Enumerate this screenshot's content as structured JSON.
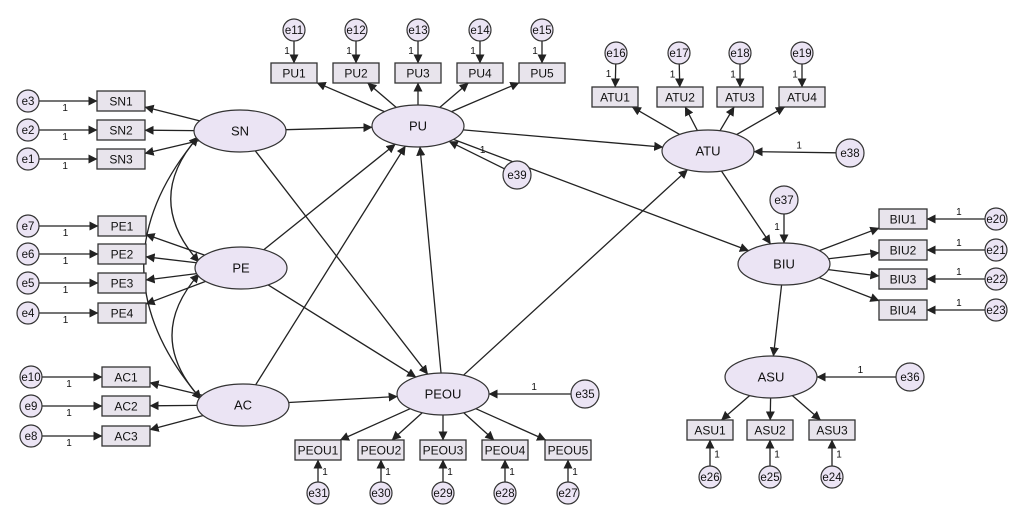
{
  "diagram": {
    "latents": [
      {
        "id": "SN",
        "label": "SN"
      },
      {
        "id": "PE",
        "label": "PE"
      },
      {
        "id": "AC",
        "label": "AC"
      },
      {
        "id": "PU",
        "label": "PU"
      },
      {
        "id": "PEOU",
        "label": "PEOU"
      },
      {
        "id": "ATU",
        "label": "ATU"
      },
      {
        "id": "BIU",
        "label": "BIU"
      },
      {
        "id": "ASU",
        "label": "ASU"
      }
    ],
    "indicators": [
      {
        "id": "SN1",
        "label": "SN1"
      },
      {
        "id": "SN2",
        "label": "SN2"
      },
      {
        "id": "SN3",
        "label": "SN3"
      },
      {
        "id": "PE1",
        "label": "PE1"
      },
      {
        "id": "PE2",
        "label": "PE2"
      },
      {
        "id": "PE3",
        "label": "PE3"
      },
      {
        "id": "PE4",
        "label": "PE4"
      },
      {
        "id": "AC1",
        "label": "AC1"
      },
      {
        "id": "AC2",
        "label": "AC2"
      },
      {
        "id": "AC3",
        "label": "AC3"
      },
      {
        "id": "PU1",
        "label": "PU1"
      },
      {
        "id": "PU2",
        "label": "PU2"
      },
      {
        "id": "PU3",
        "label": "PU3"
      },
      {
        "id": "PU4",
        "label": "PU4"
      },
      {
        "id": "PU5",
        "label": "PU5"
      },
      {
        "id": "ATU1",
        "label": "ATU1"
      },
      {
        "id": "ATU2",
        "label": "ATU2"
      },
      {
        "id": "ATU3",
        "label": "ATU3"
      },
      {
        "id": "ATU4",
        "label": "ATU4"
      },
      {
        "id": "BIU1",
        "label": "BIU1"
      },
      {
        "id": "BIU2",
        "label": "BIU2"
      },
      {
        "id": "BIU3",
        "label": "BIU3"
      },
      {
        "id": "BIU4",
        "label": "BIU4"
      },
      {
        "id": "PEOU1",
        "label": "PEOU1"
      },
      {
        "id": "PEOU2",
        "label": "PEOU2"
      },
      {
        "id": "PEOU3",
        "label": "PEOU3"
      },
      {
        "id": "PEOU4",
        "label": "PEOU4"
      },
      {
        "id": "PEOU5",
        "label": "PEOU5"
      },
      {
        "id": "ASU1",
        "label": "ASU1"
      },
      {
        "id": "ASU2",
        "label": "ASU2"
      },
      {
        "id": "ASU3",
        "label": "ASU3"
      }
    ],
    "errors": [
      {
        "id": "e1",
        "label": "e1",
        "target": "SN3"
      },
      {
        "id": "e2",
        "label": "e2",
        "target": "SN2"
      },
      {
        "id": "e3",
        "label": "e3",
        "target": "SN1"
      },
      {
        "id": "e4",
        "label": "e4",
        "target": "PE4"
      },
      {
        "id": "e5",
        "label": "e5",
        "target": "PE3"
      },
      {
        "id": "e6",
        "label": "e6",
        "target": "PE2"
      },
      {
        "id": "e7",
        "label": "e7",
        "target": "PE1"
      },
      {
        "id": "e8",
        "label": "e8",
        "target": "AC3"
      },
      {
        "id": "e9",
        "label": "e9",
        "target": "AC2"
      },
      {
        "id": "e10",
        "label": "e10",
        "target": "AC1"
      },
      {
        "id": "e11",
        "label": "e11",
        "target": "PU1"
      },
      {
        "id": "e12",
        "label": "e12",
        "target": "PU2"
      },
      {
        "id": "e13",
        "label": "e13",
        "target": "PU3"
      },
      {
        "id": "e14",
        "label": "e14",
        "target": "PU4"
      },
      {
        "id": "e15",
        "label": "e15",
        "target": "PU5"
      },
      {
        "id": "e16",
        "label": "e16",
        "target": "ATU1"
      },
      {
        "id": "e17",
        "label": "e17",
        "target": "ATU2"
      },
      {
        "id": "e18",
        "label": "e18",
        "target": "ATU3"
      },
      {
        "id": "e19",
        "label": "e19",
        "target": "ATU4"
      },
      {
        "id": "e20",
        "label": "e20",
        "target": "BIU1"
      },
      {
        "id": "e21",
        "label": "e21",
        "target": "BIU2"
      },
      {
        "id": "e22",
        "label": "e22",
        "target": "BIU3"
      },
      {
        "id": "e23",
        "label": "e23",
        "target": "BIU4"
      },
      {
        "id": "e24",
        "label": "e24",
        "target": "ASU3"
      },
      {
        "id": "e25",
        "label": "e25",
        "target": "ASU2"
      },
      {
        "id": "e26",
        "label": "e26",
        "target": "ASU1"
      },
      {
        "id": "e27",
        "label": "e27",
        "target": "PEOU5"
      },
      {
        "id": "e28",
        "label": "e28",
        "target": "PEOU4"
      },
      {
        "id": "e29",
        "label": "e29",
        "target": "PEOU3"
      },
      {
        "id": "e30",
        "label": "e30",
        "target": "PEOU2"
      },
      {
        "id": "e31",
        "label": "e31",
        "target": "PEOU1"
      },
      {
        "id": "e35",
        "label": "e35",
        "target": "PEOU"
      },
      {
        "id": "e36",
        "label": "e36",
        "target": "ASU"
      },
      {
        "id": "e37",
        "label": "e37",
        "target": "BIU"
      },
      {
        "id": "e38",
        "label": "e38",
        "target": "ATU"
      },
      {
        "id": "e39",
        "label": "e39",
        "target": "PU"
      }
    ],
    "paths": [
      {
        "from": "SN",
        "to": "PU"
      },
      {
        "from": "SN",
        "to": "PEOU"
      },
      {
        "from": "PE",
        "to": "PU"
      },
      {
        "from": "PE",
        "to": "PEOU"
      },
      {
        "from": "AC",
        "to": "PU"
      },
      {
        "from": "AC",
        "to": "PEOU"
      },
      {
        "from": "PEOU",
        "to": "PU"
      },
      {
        "from": "PEOU",
        "to": "ATU"
      },
      {
        "from": "PU",
        "to": "ATU"
      },
      {
        "from": "PU",
        "to": "BIU"
      },
      {
        "from": "ATU",
        "to": "BIU"
      },
      {
        "from": "BIU",
        "to": "ASU"
      }
    ],
    "covariances": [
      {
        "a": "SN",
        "b": "PE"
      },
      {
        "a": "PE",
        "b": "AC"
      },
      {
        "a": "SN",
        "b": "AC"
      }
    ],
    "fixed_weight_label": "1",
    "colors": {
      "node_fill": "#ebe4f4",
      "box_fill": "#e8e4ec",
      "stroke": "#333333",
      "weight_mark": "#2e8b57"
    }
  }
}
